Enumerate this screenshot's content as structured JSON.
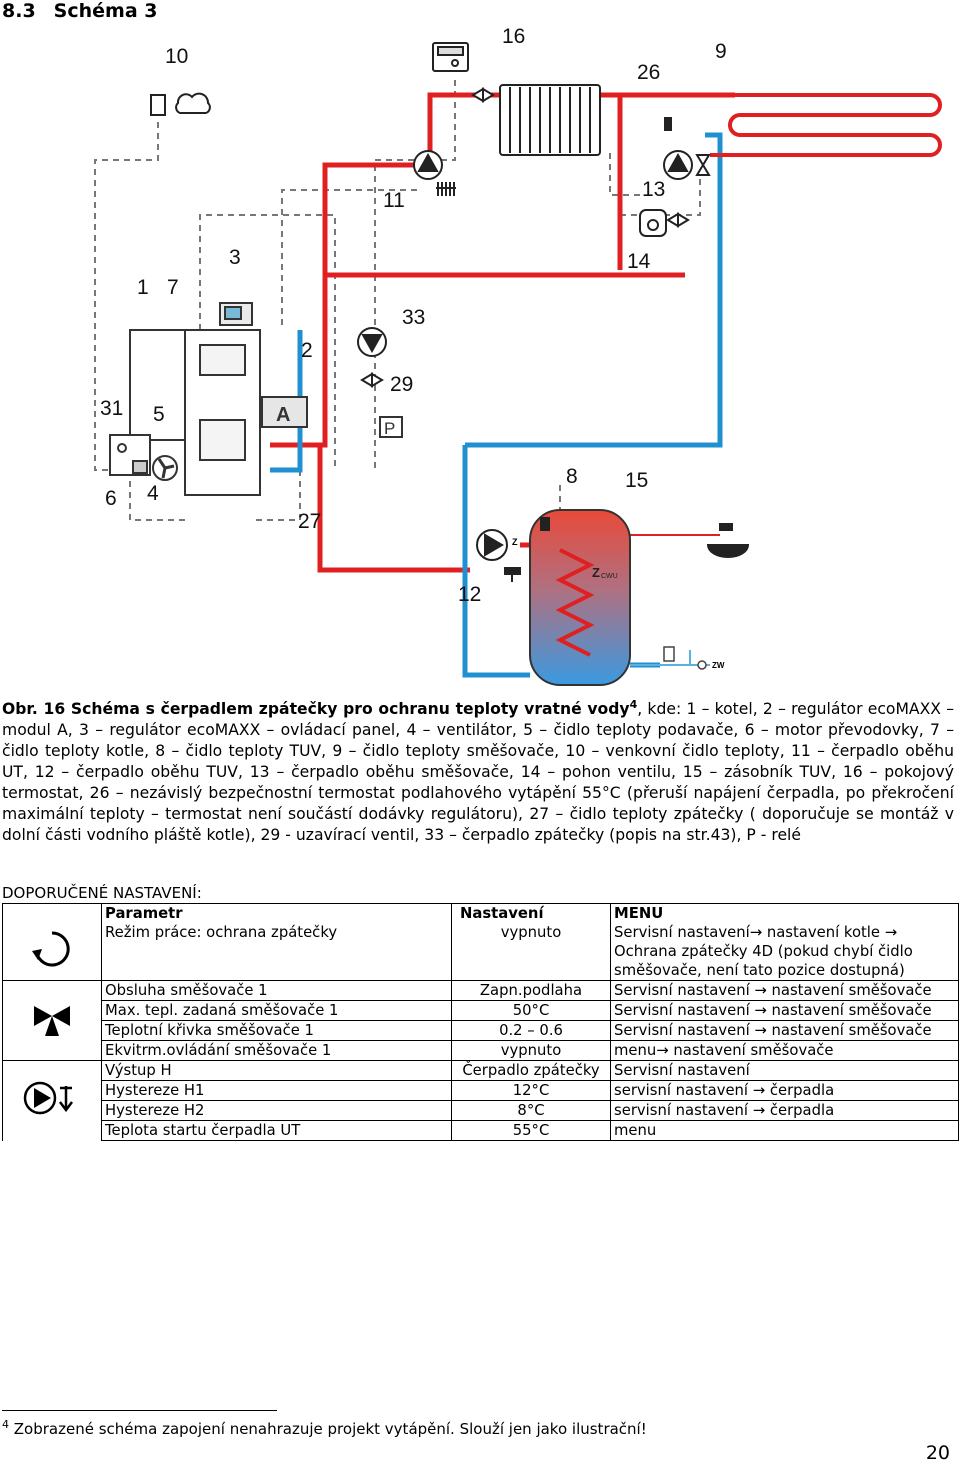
{
  "section": {
    "number": "8.3",
    "title": "Schéma 3"
  },
  "diagram": {
    "labels": [
      "10",
      "16",
      "9",
      "26",
      "11",
      "13",
      "14",
      "3",
      "1",
      "7",
      "33",
      "2",
      "29",
      "31",
      "5",
      "6",
      "4",
      "27",
      "8",
      "15",
      "12"
    ],
    "text": {
      "module": "A",
      "relay": "P",
      "coil": "Z",
      "coil_sub": "CWU",
      "pump_mark": "Z",
      "zw": "ZW"
    },
    "colors": {
      "supply": "#e02020",
      "return": "#2090d0",
      "control": "#777777"
    }
  },
  "caption": {
    "bold": "Obr. 16 Schéma s čerpadlem zpátečky pro ochranu teploty vratné vody",
    "footnote_ref": "4",
    "text": ", kde: 1 – kotel, 2 – regulátor ecoMAXX – modul A, 3 – regulátor ecoMAXX – ovládací panel, 4 – ventilátor, 5 – čidlo teploty podavače, 6 – motor převodovky, 7 – čidlo teploty kotle, 8 – čidlo teploty TUV, 9 – čidlo teploty směšovače, 10 – venkovní čidlo teploty, 11 – čerpadlo oběhu UT, 12 – čerpadlo oběhu TUV, 13 – čerpadlo oběhu směšovače, 14 – pohon ventilu, 15 – zásobník TUV, 16 – pokojový termostat, 26 – nezávislý bezpečnostní termostat podlahového vytápění 55°C (přeruší napájení čerpadla, po překročení maximální teploty – termostat není součástí dodávky regulátoru), 27 – čidlo teploty zpátečky ( doporučuje se montáž v dolní části vodního pláště kotle), 29 - uzavírací ventil, 33 – čerpadlo zpátečky (popis na str.43), P - relé"
  },
  "recommended_title": "DOPORUČENÉ NASTAVENÍ:",
  "table": {
    "headers": {
      "param": "Parametr",
      "value": "Nastavení",
      "menu": "MENU"
    },
    "rows": [
      {
        "param": "Režim práce: ochrana zpátečky",
        "value": "vypnuto",
        "menu": "Servisní nastavení→ nastavení kotle → Ochrana zpátečky 4D (pokud chybí čidlo směšovače, není tato pozice dostupná)"
      },
      {
        "param": "Obsluha směšovače 1",
        "value": "Zapn.podlaha",
        "menu": "Servisní nastavení → nastavení směšovače"
      },
      {
        "param": "Max. tepl. zadaná  směšovače 1",
        "value": "50°C",
        "menu": "Servisní nastavení → nastavení směšovače"
      },
      {
        "param": "Teplotní křivka směšovače 1",
        "value": "0.2 – 0.6",
        "menu": "Servisní nastavení → nastavení směšovače"
      },
      {
        "param": "Ekvitrm.ovládání směšovače 1",
        "value": "vypnuto",
        "menu": "menu→ nastavení směšovače"
      },
      {
        "param": "Výstup H",
        "value": "Čerpadlo zpátečky",
        "menu": "Servisní nastavení"
      },
      {
        "param": "Hystereze H1",
        "value": "12°C",
        "menu": "servisní nastavení → čerpadla"
      },
      {
        "param": "Hystereze H2",
        "value": "8°C",
        "menu": "servisní nastavení → čerpadla"
      },
      {
        "param": "Teplota startu čerpadla UT",
        "value": "55°C",
        "menu": "menu"
      }
    ]
  },
  "footnote": {
    "number": "4",
    "text": "Zobrazené schéma zapojení nenahrazuje projekt vytápění. Slouží jen jako ilustrační!"
  },
  "page_number": "20"
}
